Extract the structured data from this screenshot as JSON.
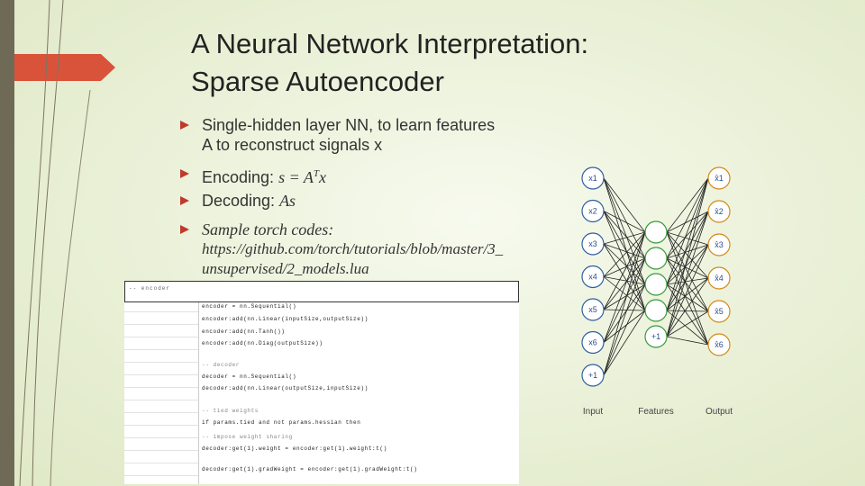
{
  "slide": {
    "title_line1": "A Neural Network Interpretation:",
    "title_line2": "Sparse Autoencoder"
  },
  "bullets": {
    "b1_line1": "Single-hidden layer NN, to learn features",
    "b1_line2": "A to reconstruct signals x",
    "b2_prefix": "Encoding: ",
    "b2_formula": "s = A",
    "b2_sup": "T",
    "b2_suffix": "x",
    "b3_prefix": "Decoding: ",
    "b3_formula": "As",
    "b4_line1": "Sample torch codes:",
    "b4_line2": "https://github.com/torch/tutorials/blob/master/3_",
    "b4_line3": "unsupervised/2_models.lua",
    "bullet_color": "#c0392b"
  },
  "code": {
    "header": "-- encoder",
    "lines": [
      "encoder = nn.Sequential()",
      "encoder:add(nn.Linear(inputSize,outputSize))",
      "encoder:add(nn.Tanh())",
      "encoder:add(nn.Diag(outputSize))",
      "-- decoder",
      "decoder = nn.Sequential()",
      "decoder:add(nn.Linear(outputSize,inputSize))",
      "-- tied weights",
      "if params.tied and not params.hessian then",
      "-- impose weight sharing",
      "decoder:get(1).weight = encoder:get(1).weight:t()",
      "decoder:get(1).gradWeight = encoder:get(1).gradWeight:t()"
    ]
  },
  "network": {
    "inputs": [
      "x1",
      "x2",
      "x3",
      "x4",
      "x5",
      "x6",
      "+1"
    ],
    "hidden_bias": "+1",
    "outputs": [
      "x̂1",
      "x̂2",
      "x̂3",
      "x̂4",
      "x̂5",
      "x̂6"
    ],
    "label_input": "Input",
    "label_features": "Features",
    "label_output": "Output",
    "input_color": "#2f5f9e",
    "hidden_color": "#3a9a3a",
    "output_color": "#d38a1a"
  }
}
